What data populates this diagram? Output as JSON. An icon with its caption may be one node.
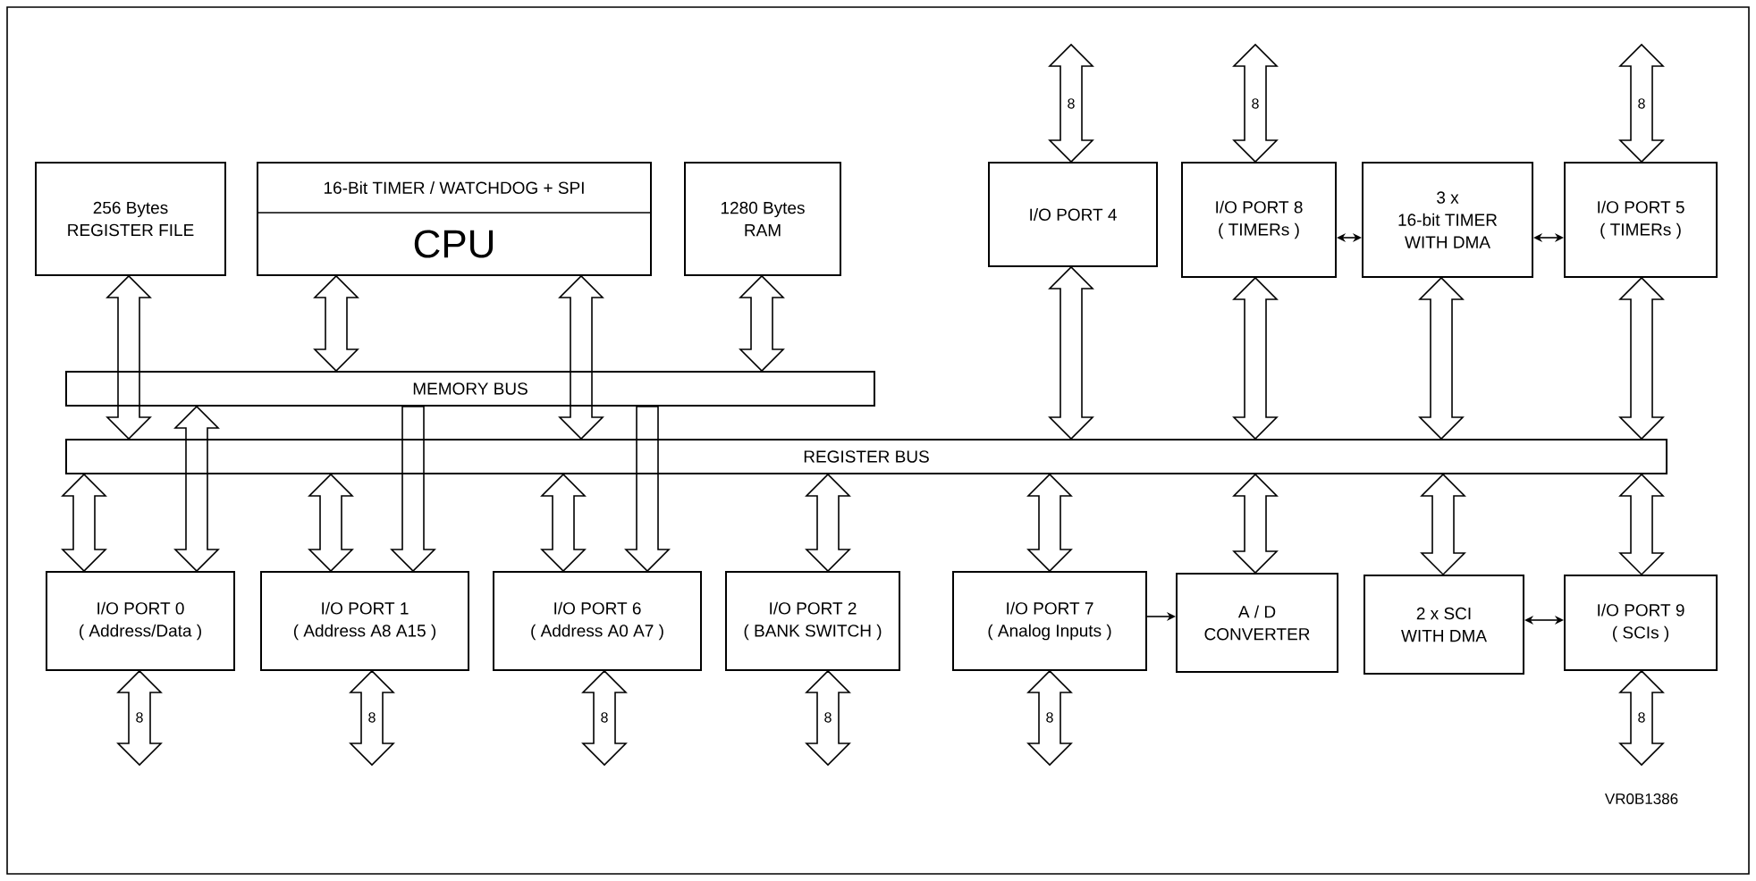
{
  "diagram": {
    "nodes": [
      {
        "text": [
          "256 Bytes",
          "REGISTER FILE"
        ]
      },
      {
        "text": [
          "16-Bit TIMER / WATCHDOG + SPI",
          "CPU"
        ]
      },
      {
        "text": [
          "1280 Bytes",
          "RAM"
        ]
      },
      {
        "text": [
          "I/O PORT 4"
        ]
      },
      {
        "text": [
          "I/O PORT 8",
          "( TIMERs )"
        ]
      },
      {
        "text": [
          "3 x",
          "16-bit TIMER",
          "WITH DMA"
        ]
      },
      {
        "text": [
          "I/O PORT 5",
          "( TIMERs )"
        ]
      },
      {
        "text": [
          "MEMORY BUS"
        ]
      },
      {
        "text": [
          "REGISTER BUS"
        ]
      },
      {
        "text": [
          "I/O PORT 0",
          "( Address/Data )"
        ]
      },
      {
        "text": [
          "I/O PORT 1",
          "( Address A8 A15 )"
        ]
      },
      {
        "text": [
          "I/O PORT 6",
          "( Address A0 A7 )"
        ]
      },
      {
        "text": [
          "I/O PORT 2",
          "( BANK SWITCH )"
        ]
      },
      {
        "text": [
          "I/O PORT 7",
          "( Analog Inputs )"
        ]
      },
      {
        "text": [
          "A / D",
          "CONVERTER"
        ]
      },
      {
        "text": [
          "2 x SCI",
          "WITH DMA"
        ]
      },
      {
        "text": [
          "I/O PORT 9",
          "( SCIs )"
        ]
      }
    ],
    "edges": [
      {
        "from": 0,
        "to": 8,
        "arrow": "both"
      },
      {
        "from": 1,
        "to": 7,
        "arrow": "both"
      },
      {
        "from": 1,
        "to": 8,
        "arrow": "both"
      },
      {
        "from": 2,
        "to": 7,
        "arrow": "both"
      },
      {
        "from": 7,
        "to": 9,
        "arrow": "both"
      },
      {
        "from": 7,
        "to": 10,
        "arrow": "to"
      },
      {
        "from": 7,
        "to": 11,
        "arrow": "to"
      },
      {
        "from": 3,
        "to": 8,
        "arrow": "both"
      },
      {
        "from": 4,
        "to": 8,
        "arrow": "both"
      },
      {
        "from": 5,
        "to": 8,
        "arrow": "both"
      },
      {
        "from": 6,
        "to": 8,
        "arrow": "both"
      },
      {
        "from": 8,
        "to": 9,
        "arrow": "both"
      },
      {
        "from": 8,
        "to": 10,
        "arrow": "both"
      },
      {
        "from": 8,
        "to": 11,
        "arrow": "both"
      },
      {
        "from": 8,
        "to": 12,
        "arrow": "both"
      },
      {
        "from": 8,
        "to": 13,
        "arrow": "both"
      },
      {
        "from": 8,
        "to": 14,
        "arrow": "both"
      },
      {
        "from": 8,
        "to": 15,
        "arrow": "both"
      },
      {
        "from": 8,
        "to": 16,
        "arrow": "both"
      },
      {
        "from": 4,
        "to": 5,
        "arrow": "both"
      },
      {
        "from": 5,
        "to": 6,
        "arrow": "both"
      },
      {
        "from": 13,
        "to": 14,
        "arrow": "to"
      },
      {
        "from": 15,
        "to": 16,
        "arrow": "both"
      },
      {
        "from": null,
        "to": 3,
        "arrow": "both",
        "label": "8"
      },
      {
        "from": null,
        "to": 4,
        "arrow": "both",
        "label": "8"
      },
      {
        "from": null,
        "to": 6,
        "arrow": "both",
        "label": "8"
      },
      {
        "from": 9,
        "to": null,
        "arrow": "both",
        "label": "8"
      },
      {
        "from": 10,
        "to": null,
        "arrow": "both",
        "label": "8"
      },
      {
        "from": 11,
        "to": null,
        "arrow": "both",
        "label": "8"
      },
      {
        "from": 12,
        "to": null,
        "arrow": "both",
        "label": "8"
      },
      {
        "from": 13,
        "to": null,
        "arrow": "both",
        "label": "8"
      },
      {
        "from": 16,
        "to": null,
        "arrow": "both",
        "label": "8"
      }
    ],
    "labels": [
      "VR0B1386"
    ]
  }
}
